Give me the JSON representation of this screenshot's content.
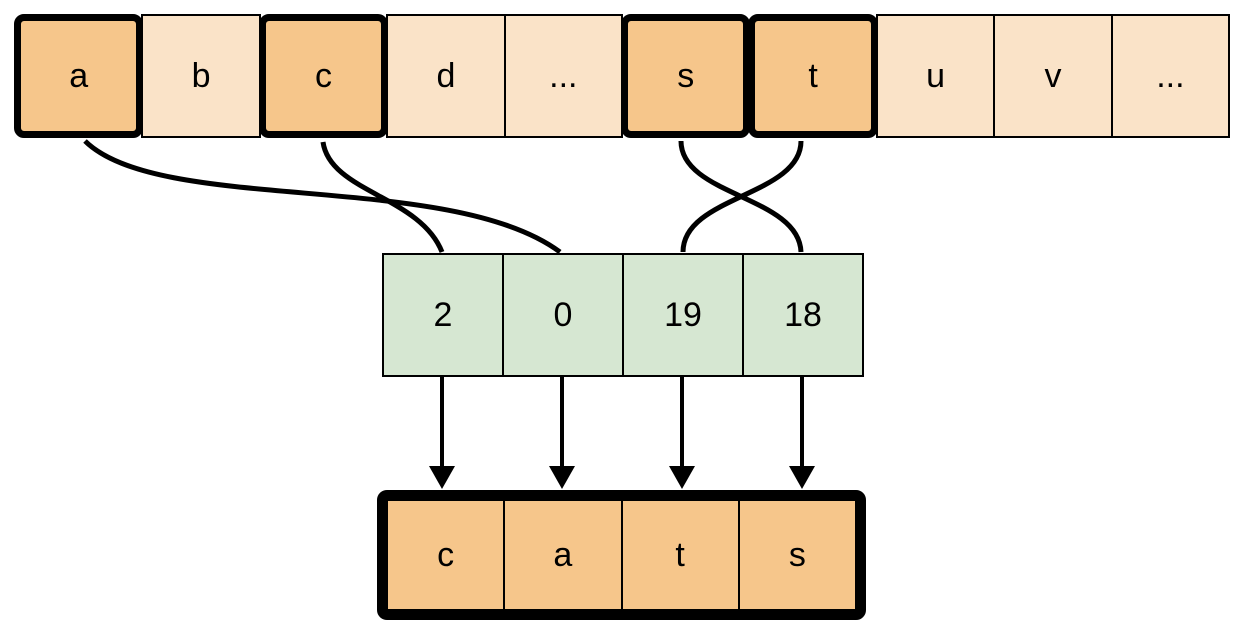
{
  "colors": {
    "highlight_fill": "#F6C68B",
    "plain_fill": "#FAE3C8",
    "index_fill": "#D6E7D2",
    "line": "#000000"
  },
  "alphabet_row": {
    "cells": [
      {
        "label": "a",
        "highlighted": true
      },
      {
        "label": "b",
        "highlighted": false
      },
      {
        "label": "c",
        "highlighted": true
      },
      {
        "label": "d",
        "highlighted": false
      },
      {
        "label": "...",
        "highlighted": false
      },
      {
        "label": "s",
        "highlighted": true
      },
      {
        "label": "t",
        "highlighted": true
      },
      {
        "label": "u",
        "highlighted": false
      },
      {
        "label": "v",
        "highlighted": false
      },
      {
        "label": "...",
        "highlighted": false
      }
    ]
  },
  "index_row": {
    "cells": [
      {
        "label": "2"
      },
      {
        "label": "0"
      },
      {
        "label": "19"
      },
      {
        "label": "18"
      }
    ]
  },
  "output_row": {
    "cells": [
      {
        "label": "c"
      },
      {
        "label": "a"
      },
      {
        "label": "t"
      },
      {
        "label": "s"
      }
    ]
  },
  "connections": [
    {
      "from": "c",
      "to": "2"
    },
    {
      "from": "a",
      "to": "0"
    },
    {
      "from": "t",
      "to": "19"
    },
    {
      "from": "s",
      "to": "18"
    }
  ]
}
